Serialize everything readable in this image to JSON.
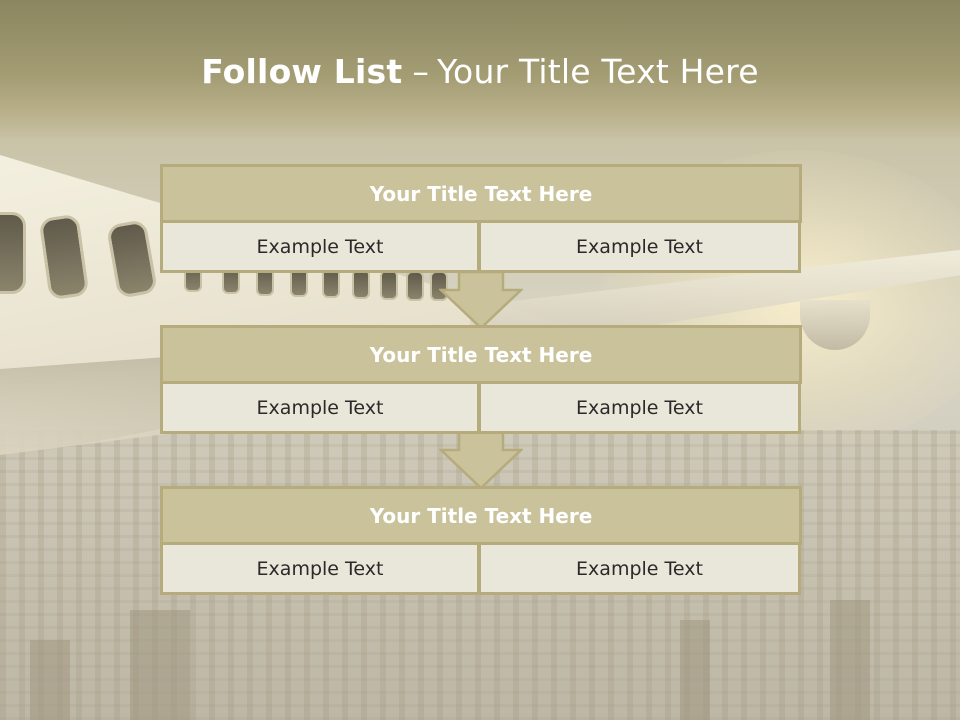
{
  "slide": {
    "title_bold": "Follow List",
    "title_separator": "–",
    "title_rest": "Your Title Text Here"
  },
  "colors": {
    "header_fill": "#c9c29b",
    "border": "#b5ab7c",
    "cell_fill": "#e9e6da",
    "title_text": "#ffffff",
    "cell_text": "#2a2a2a"
  },
  "steps": [
    {
      "title": "Your Title Text Here",
      "left_text": "Example Text",
      "right_text": "Example Text"
    },
    {
      "title": "Your Title Text Here",
      "left_text": "Example Text",
      "right_text": "Example Text"
    },
    {
      "title": "Your Title Text Here",
      "left_text": "Example Text",
      "right_text": "Example Text"
    }
  ],
  "connectors": [
    "down-arrow-icon",
    "down-arrow-icon"
  ]
}
